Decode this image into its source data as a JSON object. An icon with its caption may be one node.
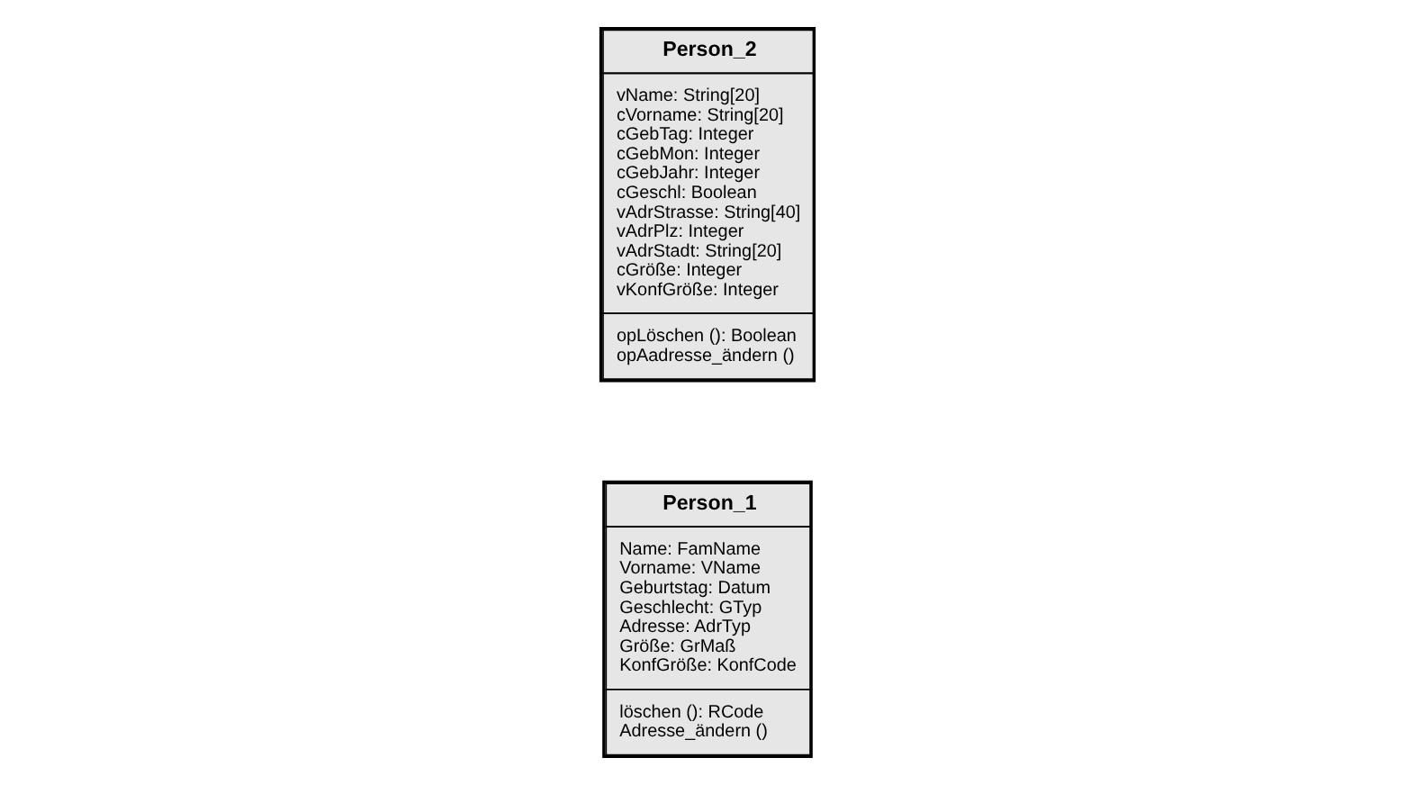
{
  "diagram": {
    "nodes": [
      {
        "text": [
          "Person_1",
          "Name: FamName",
          "Vorname: VName",
          "Geburtstag: Datum",
          "Geschlecht: GTyp",
          "Adresse: AdrTyp",
          "Größe: GrMaß",
          "KonfGröße: KonfCode",
          "löschen (): RCode",
          "Adresse_ändern ()"
        ]
      },
      {
        "text": [
          "Person_2",
          "vName: String[20]",
          "cVorname: String[20]",
          "cGebTag: Integer",
          "cGebMon: Integer",
          "cGebJahr: Integer",
          "cGeschl: Boolean",
          "vAdrStrasse: String[40]",
          "vAdrPlz: Integer",
          "vAdrStadt: String[20]",
          "cGröße: Integer",
          "vKonfGröße: Integer",
          "opLöschen (): Boolean",
          "opAadresse_ändern ()"
        ]
      }
    ]
  }
}
